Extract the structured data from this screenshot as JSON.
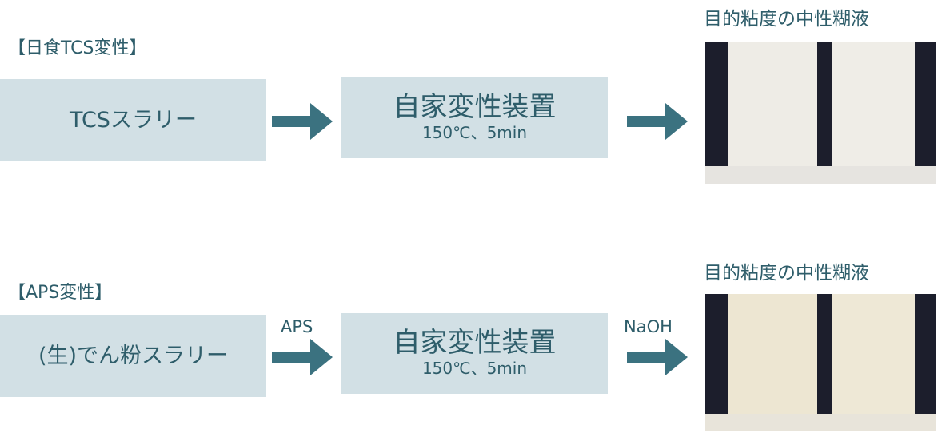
{
  "top": {
    "label": "【日食TCS変性】",
    "input_box": "TCSスラリー",
    "process_box": {
      "title": "自家変性装置",
      "sub": "150℃、5min"
    },
    "result_title": "目的粘度の中性糊液",
    "photo": {
      "bottle_color": "#eeece6",
      "bg_color": "#1c1e2c",
      "base_color": "#e6e4e0"
    }
  },
  "bottom": {
    "label": "【APS変性】",
    "input_box": "(生)でん粉スラリー",
    "arrow1_label": "APS",
    "process_box": {
      "title": "自家変性装置",
      "sub": "150℃、5min"
    },
    "arrow2_label": "NaOH",
    "result_title": "目的粘度の中性糊液",
    "photo": {
      "bottle_color": "#ede6d2",
      "bg_color": "#1c1e2c",
      "base_color": "#e8e4da"
    }
  },
  "colors": {
    "box": "#d2e0e5",
    "arrow": "#3b7280",
    "text": "#2e5d6a"
  }
}
